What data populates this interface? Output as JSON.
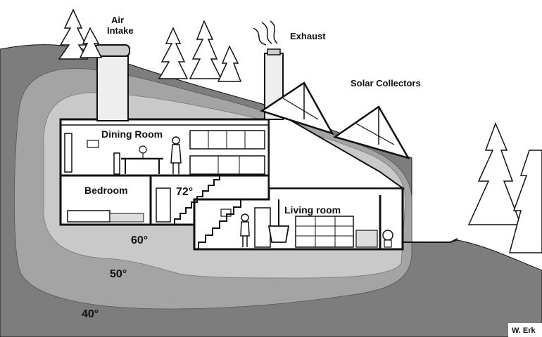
{
  "labels": {
    "air_intake_line1": "Air",
    "air_intake_line2": "Intake",
    "exhaust": "Exhaust",
    "solar_collectors": "Solar Collectors",
    "dining_room": "Dining Room",
    "bedroom": "Bedroom",
    "living_room": "Living room",
    "temp_72": "72°",
    "temp_60": "60°",
    "temp_50": "50°",
    "temp_40": "40°",
    "credit": "W. Erk"
  },
  "colors": {
    "earth_dark": "#7d7d7d",
    "earth_band": "#a4a4a4",
    "earth_inner": "#c9c9c9",
    "house_fill": "#ffffff",
    "line": "#111111"
  }
}
